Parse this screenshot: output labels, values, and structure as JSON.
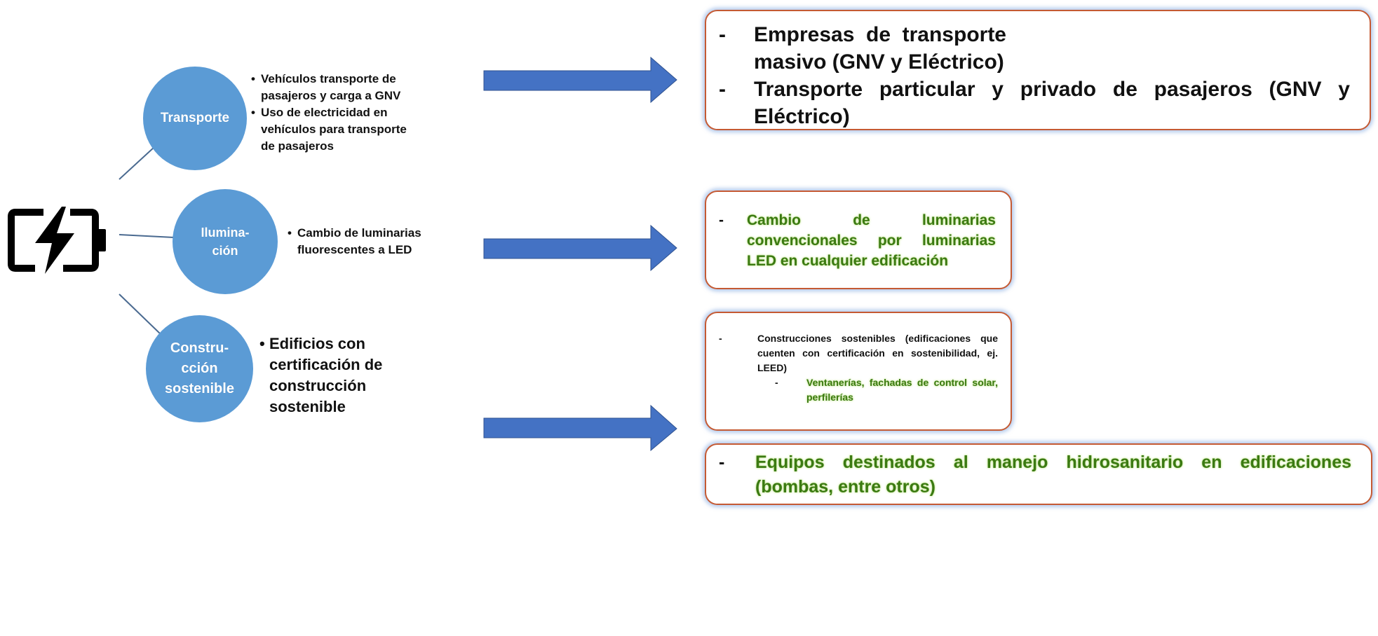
{
  "battery_icon": "battery-charging-icon",
  "colors": {
    "circle": "#5b9bd5",
    "arrow": "#4472c4",
    "box_border": "#c55a33",
    "box_glow": "#a0bde6",
    "highlight_text": "#3b7a12"
  },
  "branches": [
    {
      "circle_label": "Transporte",
      "bullets": [
        "Vehículos transporte de pasajeros y carga a GNV",
        "Uso de electricidad en vehículos para transporte de pasajeros"
      ]
    },
    {
      "circle_label": "Ilumina-\nción",
      "bullets": [
        "Cambio de luminarias fluorescentes a LED"
      ]
    },
    {
      "circle_label": "Constru-\ncción\nsostenible",
      "bullets": [
        "Edificios con certificación de construcción sostenible"
      ]
    }
  ],
  "boxes": {
    "transport": {
      "items": [
        "Empresas de transporte masivo (GNV y Eléctrico)",
        "Transporte particular y privado de pasajeros (GNV y Eléctrico)"
      ]
    },
    "lighting": {
      "item": "Cambio de luminarias convencionales por luminarias LED en cualquier edificación"
    },
    "construction": {
      "item": "Construcciones sostenibles (edificaciones que cuenten con certificación en sostenibilidad, ej. LEED)",
      "subitem": "Ventanerías, fachadas de control solar, perfilerías"
    },
    "hydro": {
      "item": "Equipos destinados al manejo hidrosanitario en edificaciones (bombas, entre otros)"
    }
  }
}
